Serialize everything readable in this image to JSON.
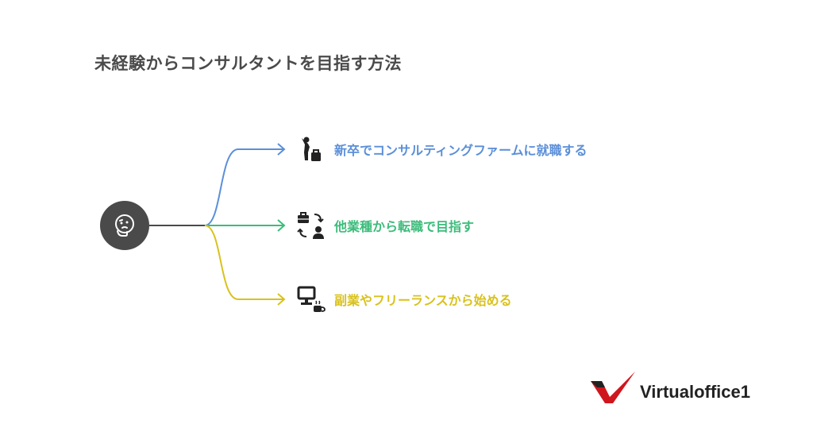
{
  "title": "未経験からコンサルタントを目指す方法",
  "branches": [
    {
      "label": "新卒でコンサルティングファームに就職する",
      "color": "#5b8fd9",
      "icon": "person-with-briefcase-icon"
    },
    {
      "label": "他業種から転職で目指す",
      "color": "#3cbc7a",
      "icon": "career-change-icon"
    },
    {
      "label": "副業やフリーランスから始める",
      "color": "#d9c21c",
      "icon": "computer-and-coffee-icon"
    }
  ],
  "hub": {
    "icon": "thinking-face-icon",
    "color": "#4a4a4a"
  },
  "logo": {
    "text": "Virtualoffice1",
    "mark_color": "#d0161d"
  }
}
